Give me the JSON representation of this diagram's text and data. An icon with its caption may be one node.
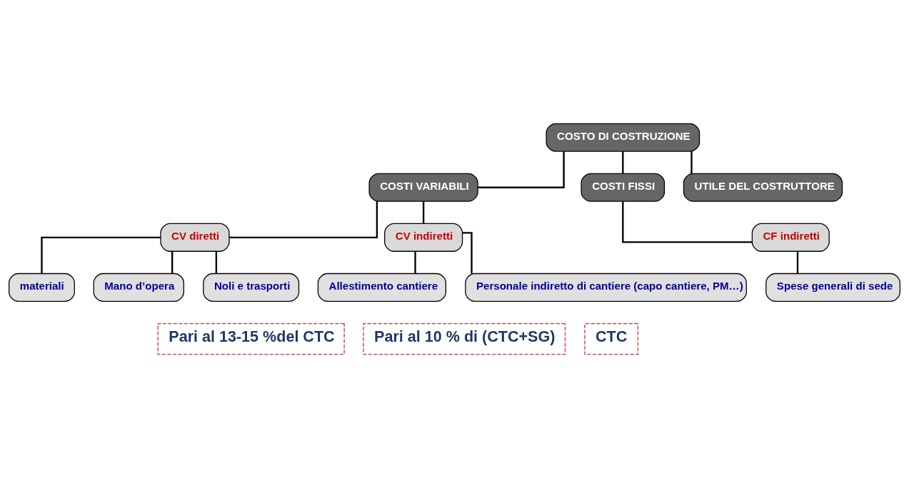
{
  "diagram": {
    "nodes": [
      {
        "text": [
          "COSTO DI COSTRUZIONE"
        ]
      },
      {
        "text": [
          "COSTI VARIABILI"
        ]
      },
      {
        "text": [
          "COSTI FISSI"
        ]
      },
      {
        "text": [
          "UTILE DEL COSTRUTTORE"
        ]
      },
      {
        "text": [
          "CV diretti"
        ]
      },
      {
        "text": [
          "CV indiretti"
        ]
      },
      {
        "text": [
          "CF indiretti"
        ]
      },
      {
        "text": [
          "materiali"
        ]
      },
      {
        "text": [
          "Mano d’opera"
        ]
      },
      {
        "text": [
          "Noli e trasporti"
        ]
      },
      {
        "text": [
          "Allestimento cantiere"
        ]
      },
      {
        "text": [
          "Personale indiretto di cantiere (capo cantiere, PM…)"
        ]
      },
      {
        "text": [
          "Spese generali di sede"
        ]
      }
    ],
    "edges": [
      {
        "from": 0,
        "to": 1,
        "arrow": "none"
      },
      {
        "from": 0,
        "to": 2,
        "arrow": "none"
      },
      {
        "from": 0,
        "to": 3,
        "arrow": "none"
      },
      {
        "from": 1,
        "to": 4,
        "arrow": "none"
      },
      {
        "from": 1,
        "to": 5,
        "arrow": "none"
      },
      {
        "from": 2,
        "to": 6,
        "arrow": "none"
      },
      {
        "from": 4,
        "to": 7,
        "arrow": "none"
      },
      {
        "from": 4,
        "to": 8,
        "arrow": "none"
      },
      {
        "from": 4,
        "to": 9,
        "arrow": "none"
      },
      {
        "from": 5,
        "to": 10,
        "arrow": "none"
      },
      {
        "from": 5,
        "to": 11,
        "arrow": "none"
      },
      {
        "from": 6,
        "to": 12,
        "arrow": "none"
      }
    ],
    "labels": [
      "Pari al 13-15 %del CTC",
      "Pari al 10 % di (CTC+SG)",
      "CTC"
    ]
  }
}
